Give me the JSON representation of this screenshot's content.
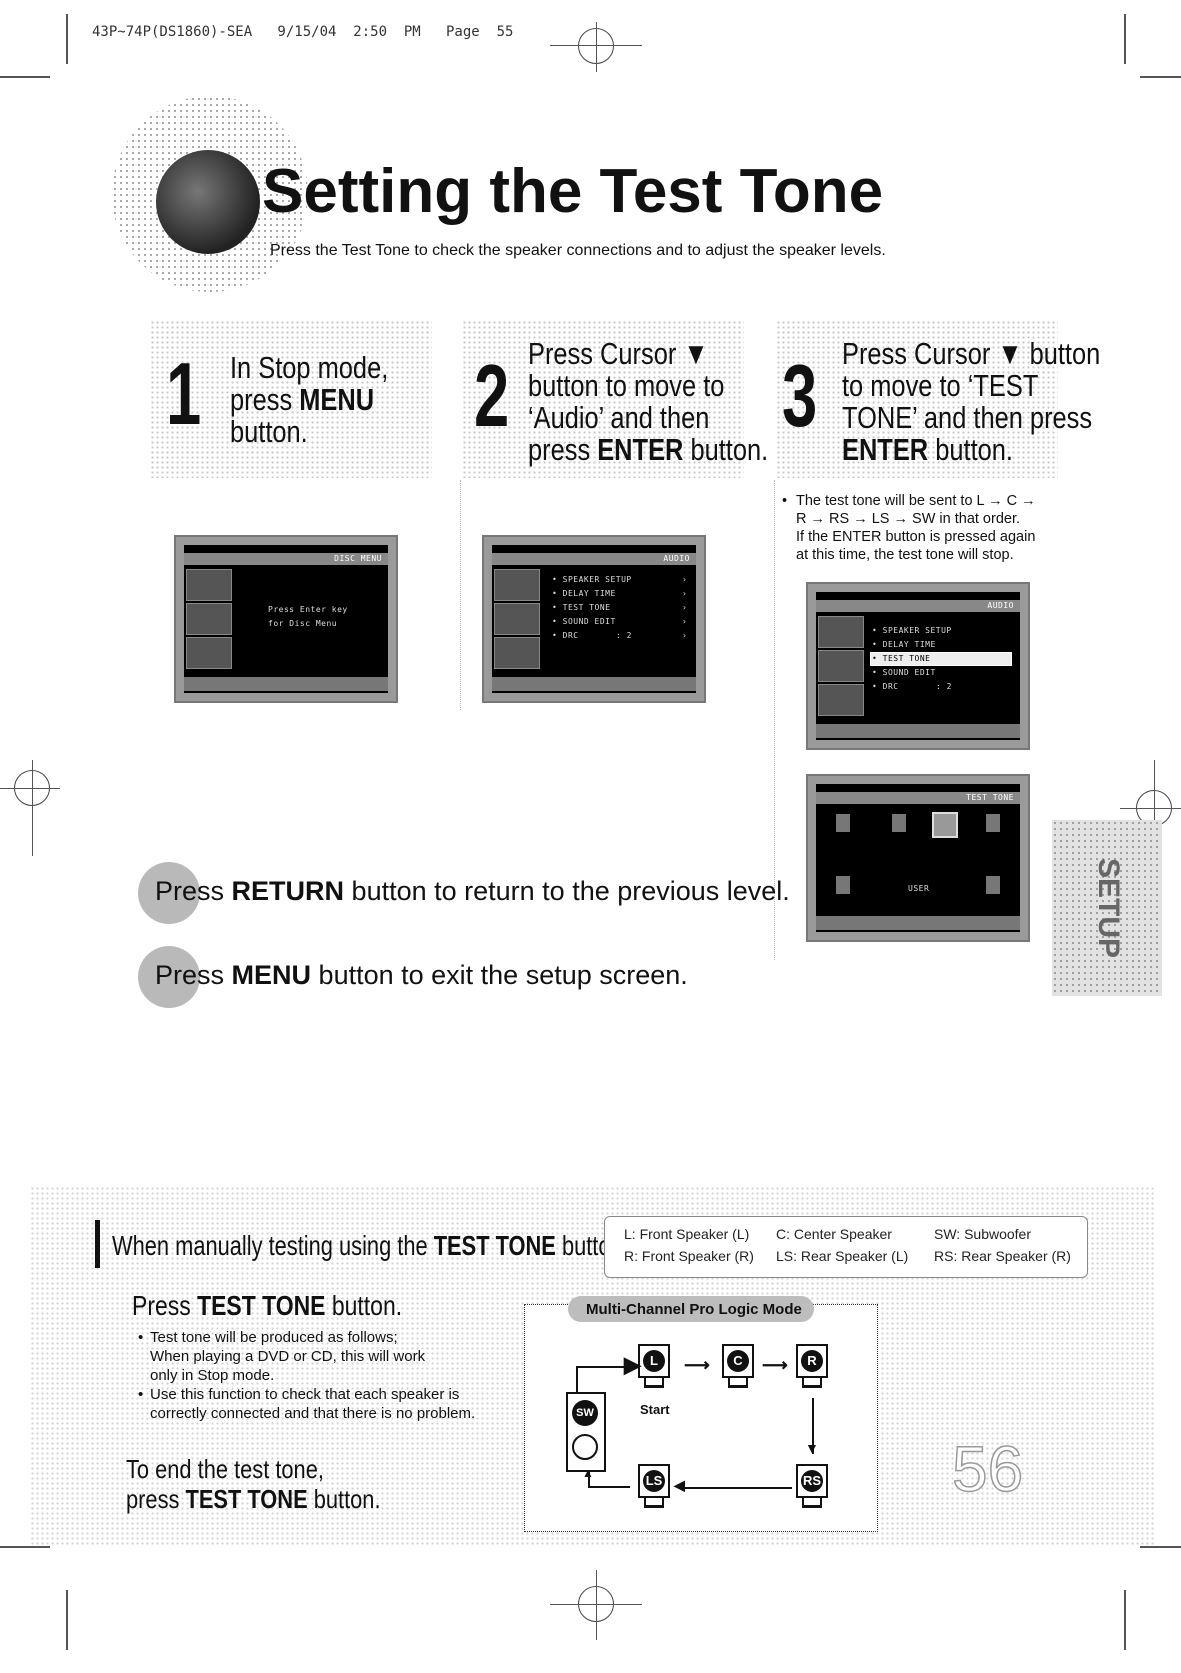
{
  "header": {
    "print_line": "43P~74P(DS1860)-SEA   9/15/04  2:50  PM   Page  55"
  },
  "title": "Setting the Test Tone",
  "intro": "Press the Test Tone to check the speaker connections and to adjust the speaker levels.",
  "steps": [
    {
      "num": "1",
      "lines": [
        "In Stop mode,",
        "press ",
        "MENU",
        "button."
      ]
    },
    {
      "num": "2",
      "lines": [
        "Press Cursor ▼",
        "button to move to",
        "‘Audio’ and then",
        "press ",
        "ENTER",
        " button."
      ]
    },
    {
      "num": "3",
      "lines": [
        "Press Cursor ▼ button",
        "to move to ‘TEST",
        "TONE’ and then press",
        "ENTER",
        " button."
      ]
    }
  ],
  "step3_note": {
    "bullet": "•",
    "lines": [
      "The test tone will be sent to L → C →",
      "R → RS → LS → SW in that order.",
      "If the ENTER button is pressed again",
      "at this time, the test tone will stop."
    ]
  },
  "screens": {
    "disc_menu": {
      "title": "DISC MENU",
      "msg1": "Press Enter key",
      "msg2": "for Disc Menu"
    },
    "audio_menu": {
      "title": "AUDIO",
      "items": [
        "• SPEAKER SETUP",
        "• DELAY TIME",
        "• TEST TONE",
        "• SOUND EDIT",
        "• DRC"
      ],
      "drc_value": ": 2",
      "arrow": "›"
    },
    "test_tone": {
      "title": "TEST TONE",
      "user_label": "USER"
    }
  },
  "return_line": {
    "pre": "Pre",
    "mid": "ss ",
    "bold": "RETURN",
    "post": " button to return to the previous level."
  },
  "menu_line": {
    "pre": "Pre",
    "mid": "ss ",
    "bold": "MENU",
    "post": " button to exit the setup screen."
  },
  "side_tab": "SETUP",
  "bottom": {
    "heading_pre": "When manually testing using the ",
    "heading_bold": "TEST TONE",
    "heading_post": " button",
    "legend": [
      [
        "L: Front Speaker (L)",
        "C: Center Speaker",
        "SW: Subwoofer"
      ],
      [
        "R: Front Speaker (R)",
        "LS: Rear Speaker (L)",
        "RS: Rear Speaker (R)"
      ]
    ],
    "press_pre": "Press ",
    "press_bold": "TEST TONE",
    "press_post": " button.",
    "bullets": [
      [
        "Test tone will be produced as follows;",
        "When playing a DVD or CD, this will work",
        "only in Stop mode."
      ],
      [
        "Use this function to check that each speaker is",
        "correctly connected and that there is no problem."
      ]
    ],
    "end_line1": "To end the test tone,",
    "end_pre": "press ",
    "end_bold": "TEST TONE",
    "end_post": " button.",
    "diagram_title": "Multi-Channel Pro Logic Mode",
    "start_label": "Start",
    "speakers": {
      "L": "L",
      "C": "C",
      "R": "R",
      "SW": "SW",
      "LS": "LS",
      "RS": "RS"
    }
  },
  "page_number": "56"
}
